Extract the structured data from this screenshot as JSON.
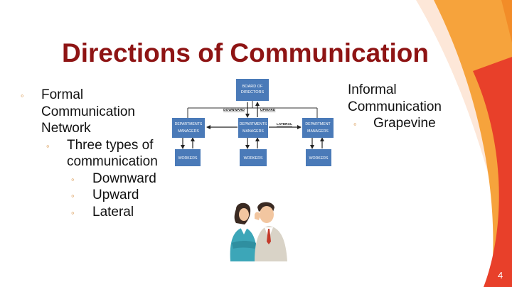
{
  "slide": {
    "title": "Directions of Communication",
    "page_number": "4"
  },
  "left_list": {
    "item1": "Formal Communication Network",
    "item1_sub": "Three types of communication",
    "types": [
      "Downward",
      "Upward",
      "Lateral"
    ]
  },
  "right_list": {
    "item1": "Informal Communication",
    "item1_sub": "Grapevine"
  },
  "org_chart": {
    "top_box": [
      "BOARD OF",
      "DIRECTORS"
    ],
    "mid_left": [
      "DEPARTMENTS",
      "MANAGERS"
    ],
    "mid_center": [
      "DEPARTMENTS",
      "MANAGERS"
    ],
    "mid_right": [
      "DEPARTMENT",
      "MANAGERS"
    ],
    "worker": "WORKERS",
    "downward_label": "DOWNWARD",
    "upward_label": "UPWARD",
    "lateral_label": "LATERAL"
  },
  "colors": {
    "title": "#8e1414",
    "box": "#4a7ab8",
    "bullet": "#d48a3a",
    "accent_orange": "#f28c28",
    "accent_red": "#e8402a"
  }
}
